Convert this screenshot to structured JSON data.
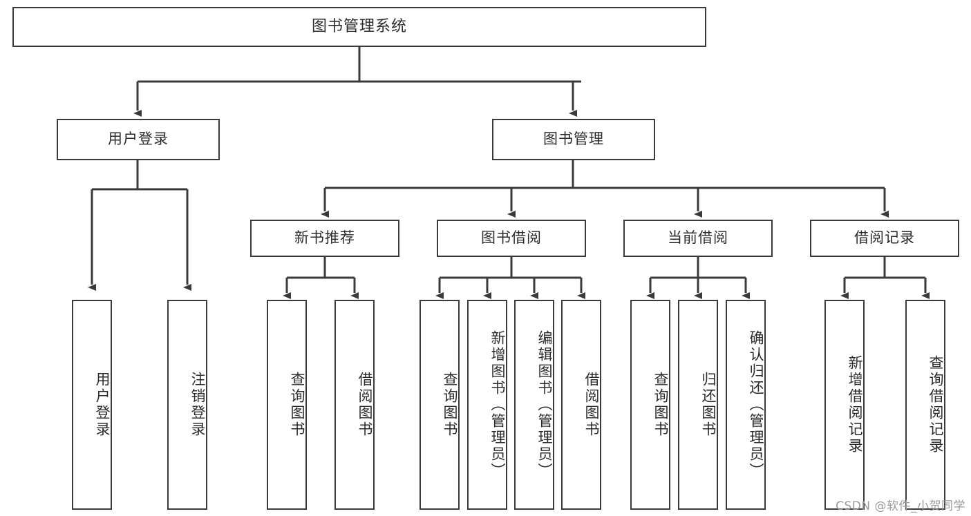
{
  "diagram": {
    "title": "图书管理系统",
    "type": "tree-hierarchy",
    "watermark": "CSDN @软件_小贺同学",
    "colors": {
      "box_border": "#3a3a3a",
      "box_fill": "#ffffff",
      "text": "#2b2b2b",
      "connector": "#3a3a3a",
      "watermark": "#9a9a9a"
    },
    "levels": {
      "level1": [
        {
          "id": "root",
          "label": "图书管理系统"
        }
      ],
      "level2": [
        {
          "id": "user-login",
          "label": "用户登录"
        },
        {
          "id": "book-management",
          "label": "图书管理"
        }
      ],
      "level3": [
        {
          "id": "new-book-recommend",
          "label": "新书推荐",
          "parent": "book-management"
        },
        {
          "id": "book-borrow",
          "label": "图书借阅",
          "parent": "book-management"
        },
        {
          "id": "current-borrow",
          "label": "当前借阅",
          "parent": "book-management"
        },
        {
          "id": "borrow-record",
          "label": "借阅记录",
          "parent": "book-management"
        }
      ],
      "level4": [
        {
          "id": "leaf-user-login",
          "label": "用户登录",
          "parent": "user-login"
        },
        {
          "id": "leaf-logout",
          "label": "注销登录",
          "parent": "user-login"
        },
        {
          "id": "leaf-query-book-1",
          "label": "查询图书",
          "parent": "new-book-recommend"
        },
        {
          "id": "leaf-borrow-book-1",
          "label": "借阅图书",
          "parent": "new-book-recommend"
        },
        {
          "id": "leaf-query-book-2",
          "label": "查询图书",
          "parent": "book-borrow"
        },
        {
          "id": "leaf-add-book",
          "label": "新增图书（管理员）",
          "parent": "book-borrow"
        },
        {
          "id": "leaf-edit-book",
          "label": "编辑图书（管理员）",
          "parent": "book-borrow"
        },
        {
          "id": "leaf-borrow-book-2",
          "label": "借阅图书",
          "parent": "book-borrow"
        },
        {
          "id": "leaf-query-book-3",
          "label": "查询图书",
          "parent": "current-borrow"
        },
        {
          "id": "leaf-return-book",
          "label": "归还图书",
          "parent": "current-borrow"
        },
        {
          "id": "leaf-confirm-return",
          "label": "确认归还（管理员）",
          "parent": "current-borrow"
        },
        {
          "id": "leaf-add-record",
          "label": "新增借阅记录",
          "parent": "borrow-record"
        },
        {
          "id": "leaf-query-record",
          "label": "查询借阅记录",
          "parent": "borrow-record"
        }
      ]
    }
  }
}
